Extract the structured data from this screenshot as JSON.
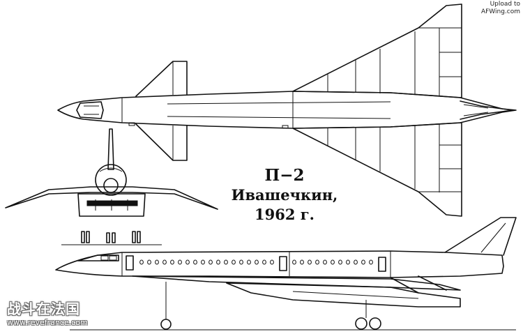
{
  "title": {
    "line1": "П−2",
    "line2": "Ивашечкин,",
    "line3": "1962 г."
  },
  "upload_note": {
    "line1": "Upload to",
    "line2": "AFWing.com"
  },
  "watermark": {
    "text": "战斗在法国",
    "url": "www.revefrance.com"
  },
  "colors": {
    "ink": "#111111",
    "background": "#ffffff"
  }
}
